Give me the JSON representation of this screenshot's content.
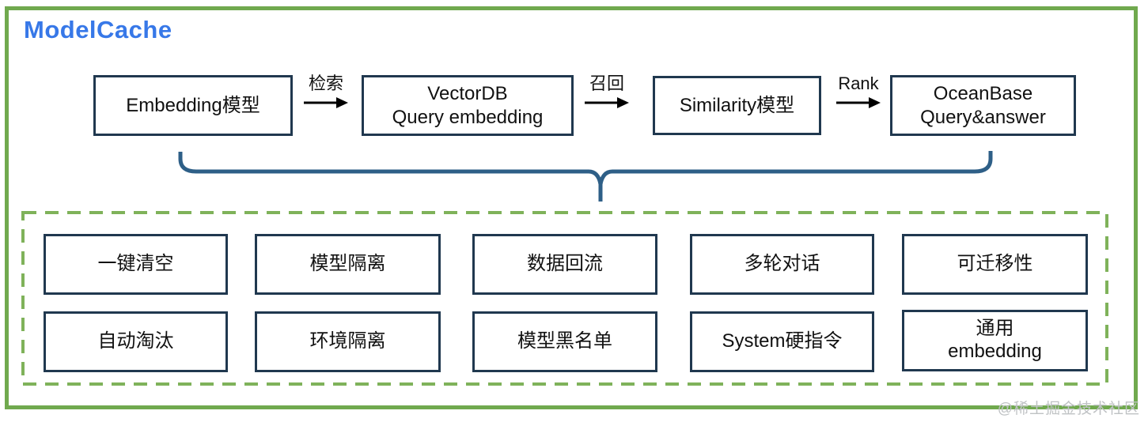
{
  "title": "ModelCache",
  "flow": {
    "boxes": [
      {
        "id": "embedding-model",
        "lines": [
          "Embedding模型"
        ]
      },
      {
        "id": "vectordb-query-embedding",
        "lines": [
          "VectorDB",
          "Query embedding"
        ]
      },
      {
        "id": "similarity-model",
        "lines": [
          "Similarity模型"
        ]
      },
      {
        "id": "oceanbase-query-answer",
        "lines": [
          "OceanBase",
          "Query&answer"
        ]
      }
    ],
    "arrows": [
      {
        "label": "检索"
      },
      {
        "label": "召回"
      },
      {
        "label": "Rank"
      }
    ]
  },
  "features": {
    "row1": [
      {
        "lines": [
          "一键清空"
        ]
      },
      {
        "lines": [
          "模型隔离"
        ]
      },
      {
        "lines": [
          "数据回流"
        ]
      },
      {
        "lines": [
          "多轮对话"
        ]
      },
      {
        "lines": [
          "可迁移性"
        ]
      }
    ],
    "row2": [
      {
        "lines": [
          "自动淘汰"
        ]
      },
      {
        "lines": [
          "环境隔离"
        ]
      },
      {
        "lines": [
          "模型黑名单"
        ]
      },
      {
        "lines": [
          "System硬指令"
        ]
      },
      {
        "lines": [
          "通用",
          "embedding"
        ]
      }
    ]
  },
  "watermark": "@稀土掘金技术社区",
  "colors": {
    "title_blue": "#3778e8",
    "outer_frame_green": "#70a94e",
    "dashed_frame_green": "#7fb25a",
    "box_border_navy": "#20384f",
    "brace_blue": "#2e5f87",
    "arrow_black": "#000000",
    "watermark_gray": "#bfc2c4"
  }
}
